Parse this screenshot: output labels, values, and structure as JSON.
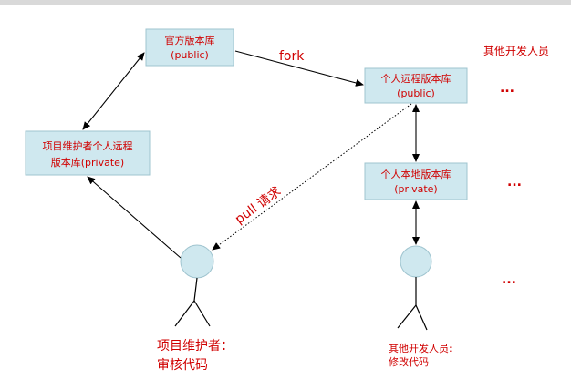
{
  "top_bar_color": "#d9d9d9",
  "box_fill": "#cfe8ef",
  "text_color": "#d00000",
  "nodes": {
    "official_repo": {
      "line1": "官方版本库",
      "line2": "(public)"
    },
    "maintainer_repo": {
      "line1": "项目维护者个人远程",
      "line2": "版本库(private)"
    },
    "personal_remote": {
      "line1": "个人远程版本库",
      "line2": "(public)"
    },
    "personal_local": {
      "line1": "个人本地版本库",
      "line2": "(private)"
    }
  },
  "edges": {
    "fork": "fork",
    "pull_request": "pull 请求"
  },
  "actors": {
    "maintainer": {
      "line1": "项目维护者：",
      "line2": "审核代码"
    },
    "developer": {
      "line1": "其他开发人员:",
      "line2": "修改代码"
    }
  },
  "side": {
    "other_devs": "其他开发人员",
    "ellipsis": "..."
  },
  "icons": [
    "person-icon"
  ]
}
